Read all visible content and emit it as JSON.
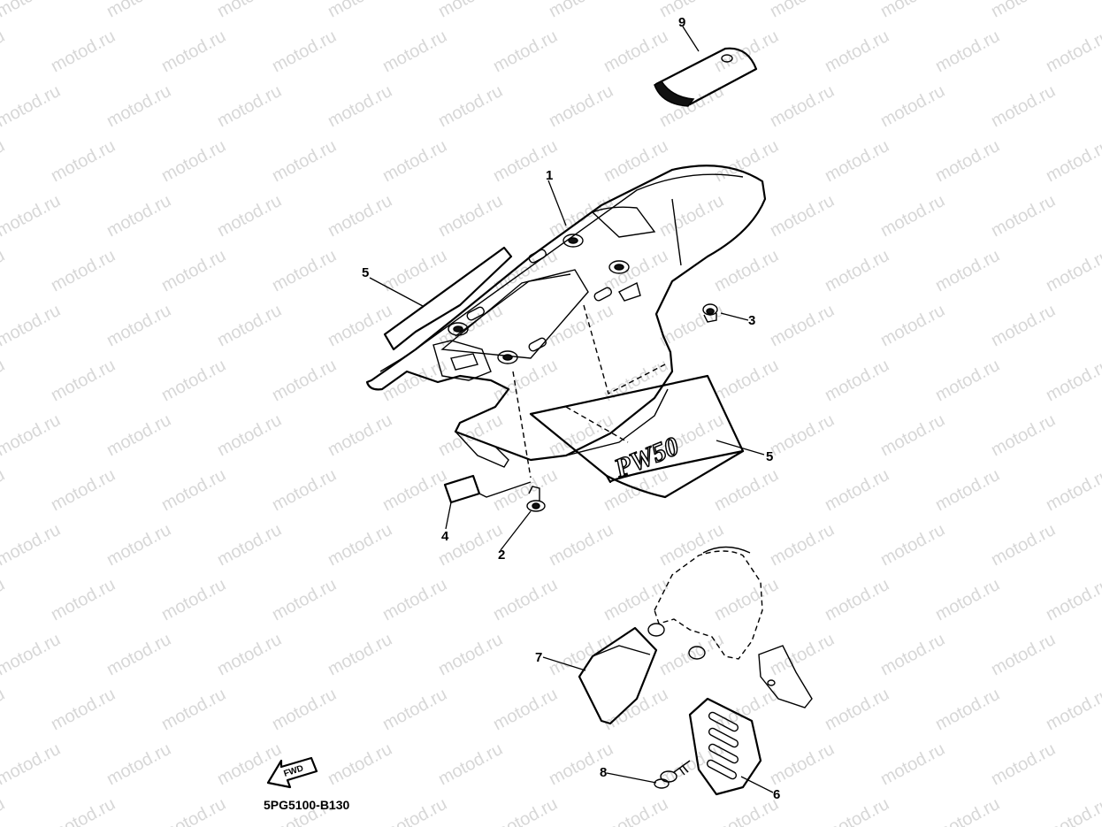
{
  "watermark": "motod.ru",
  "diagram_code": "5PG5100-B130",
  "decal_text": "PW50",
  "fwd_arrow_text": "FWD",
  "callouts": {
    "c1": "1",
    "c2": "2",
    "c3": "3",
    "c4": "4",
    "c5a": "5",
    "c5b": "5",
    "c6": "6",
    "c7": "7",
    "c8": "8",
    "c9": "9"
  }
}
